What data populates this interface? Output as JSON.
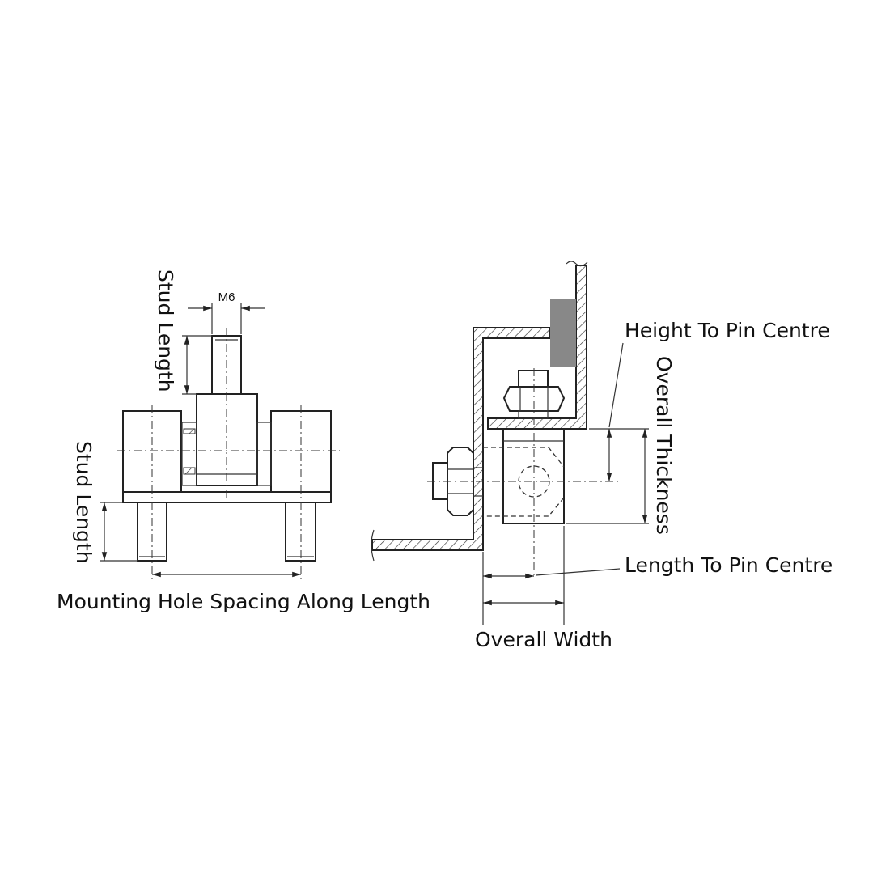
{
  "left_view": {
    "thread_label": "M6",
    "upper_stud_label": "Stud Length",
    "lower_stud_label": "Stud Length",
    "spacing_label": "Mounting Hole Spacing Along Length"
  },
  "right_view": {
    "height_label": "Height To Pin Centre",
    "thickness_label": "Overall Thickness",
    "length_label": "Length To Pin Centre",
    "width_label": "Overall Width"
  },
  "colors": {
    "line": "#222222",
    "pad": "#888888"
  }
}
